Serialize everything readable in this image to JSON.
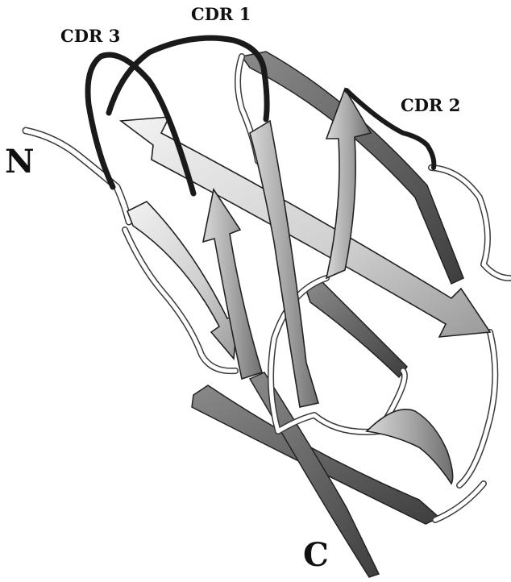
{
  "labels": {
    "cdr1": "CDR 1",
    "cdr2": "CDR 2",
    "cdr3": "CDR 3",
    "n_terminus": "N",
    "c_terminus": "C"
  },
  "colors": {
    "cdr_loop": "#1a1a1a",
    "coil": "#ffffff",
    "coil_outline": "#3a3a3a",
    "strand_light": "#d9d9d9",
    "strand_mid": "#a9a9a9",
    "strand_dark": "#5e5e5e",
    "background": "#ffffff"
  }
}
